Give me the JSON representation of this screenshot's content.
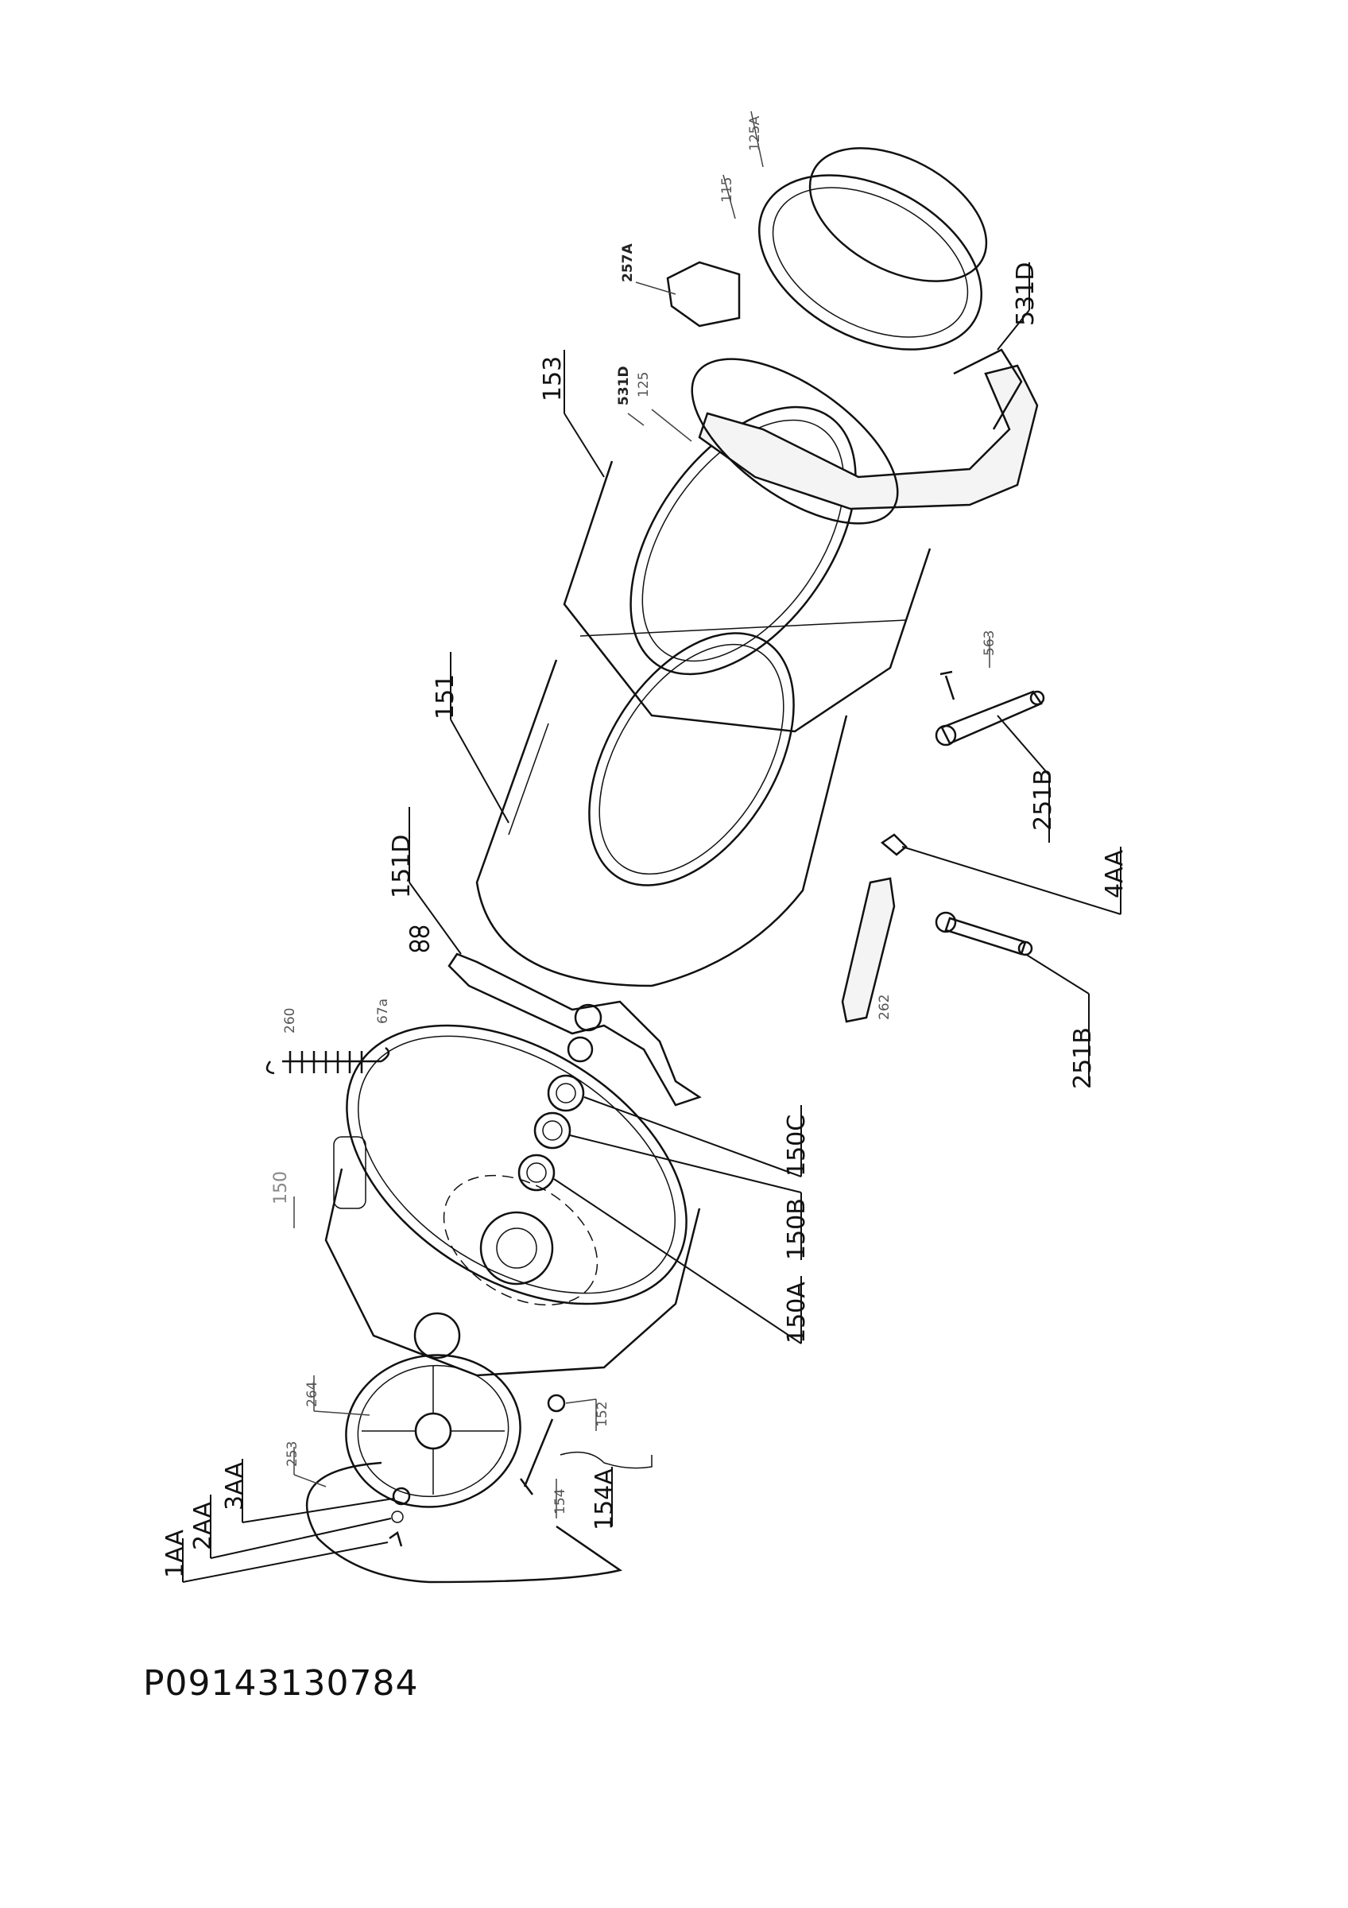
{
  "diagram": {
    "labels": [
      "125A",
      "115",
      "257A",
      "531D",
      "153",
      "531D",
      "125",
      "151",
      "563",
      "251B",
      "151D",
      "4AA",
      "67a",
      "262",
      "251B",
      "260",
      "150C",
      "150",
      "150B",
      "150A",
      "264",
      "152",
      "253",
      "3AA",
      "154",
      "154A",
      "2AA",
      "1AA"
    ]
  },
  "document": {
    "code": "P09143130784"
  }
}
